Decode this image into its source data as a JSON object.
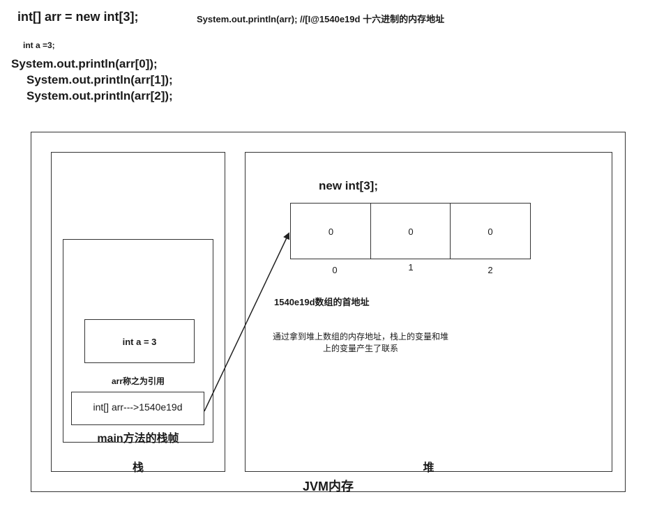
{
  "code": {
    "line1": "int[] arr = new int[3];",
    "print_arr": "System.out.println(arr);  //[I@1540e19d 十六进制的内存地址",
    "line2": "int a =3;",
    "print0": "System.out.println(arr[0]);",
    "print1": "System.out.println(arr[1]);",
    "print2": "System.out.println(arr[2]);"
  },
  "diagram": {
    "jvm_label": "JVM内存",
    "stack_label": "栈",
    "heap_label": "堆",
    "frame_label": "main方法的栈帧",
    "var_a": "int a = 3",
    "arr_ref_caption": "arr称之为引用",
    "arr_ref": "int[] arr--->1540e19d",
    "new_array": "new int[3];",
    "array_cells": [
      "0",
      "0",
      "0"
    ],
    "array_indices": [
      "0",
      "1",
      "2"
    ],
    "address_note": "1540e19d数组的首地址",
    "link_note_line1": "通过拿到堆上数组的内存地址，栈上的变量和堆",
    "link_note_line2": "上的变量产生了联系"
  }
}
